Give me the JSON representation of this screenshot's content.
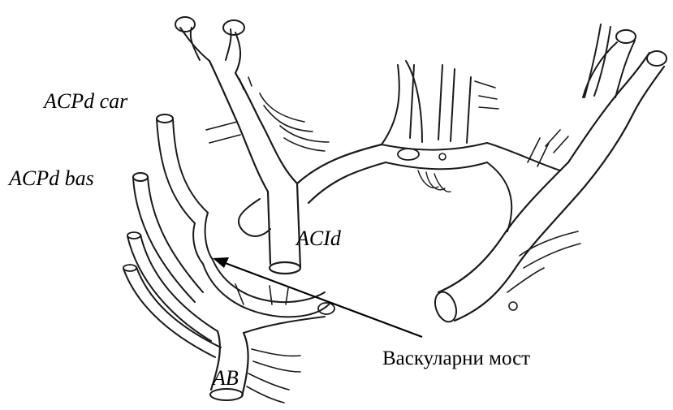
{
  "labels": {
    "acpd_car": "ACPd car",
    "acpd_bas": "ACPd bas",
    "acid": "ACId",
    "vascular_bridge": "Васкуларни мост",
    "ab": "AB"
  },
  "colors": {
    "ink": "#1a1a1a",
    "background": "#ffffff"
  },
  "style": "hand-drawn line illustration of arterial vessels"
}
